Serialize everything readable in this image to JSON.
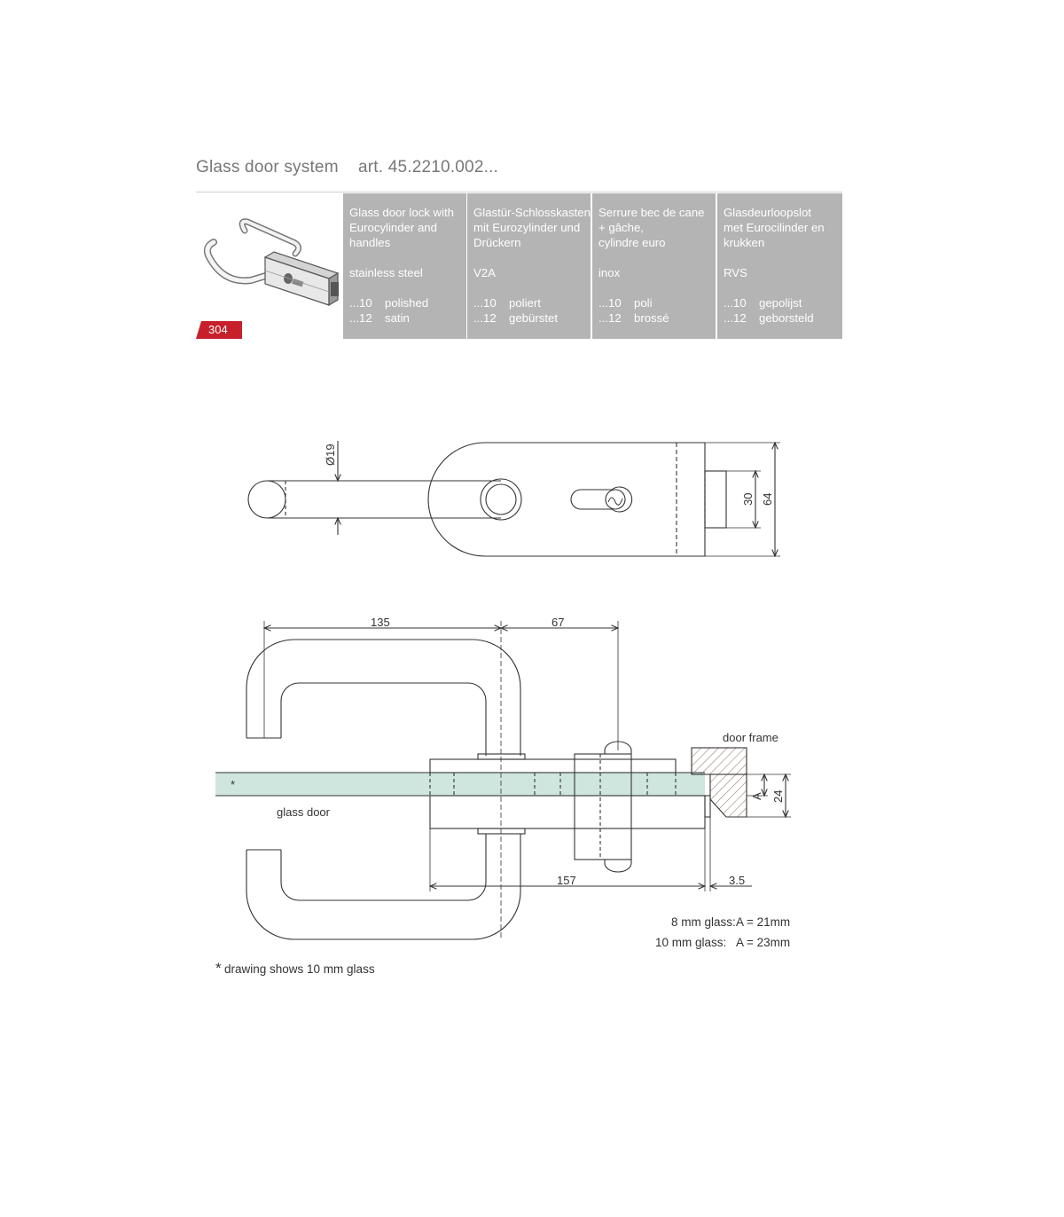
{
  "header": {
    "title": "Glass door system",
    "article": "art. 45.2210.002..."
  },
  "badge": {
    "page_number": "304",
    "color": "#c8202a"
  },
  "panel_color": "#b4b4b4",
  "columns": [
    {
      "desc": [
        "Glass door lock with",
        "Eurocylinder and",
        "handles"
      ],
      "material": "stainless steel",
      "finishes": [
        {
          "code": "...10",
          "name": "polished"
        },
        {
          "code": "...12",
          "name": "satin"
        }
      ]
    },
    {
      "desc": [
        "Glastür-Schlosskasten",
        "mit Eurozylinder und",
        "Drückern"
      ],
      "material": "V2A",
      "finishes": [
        {
          "code": "...10",
          "name": "poliert"
        },
        {
          "code": "...12",
          "name": "gebürstet"
        }
      ]
    },
    {
      "desc": [
        "Serrure bec de cane",
        "+ gâche,",
        "cylindre euro"
      ],
      "material": "inox",
      "finishes": [
        {
          "code": "...10",
          "name": "poli"
        },
        {
          "code": "...12",
          "name": "brossé"
        }
      ]
    },
    {
      "desc": [
        "Glasdeurloopslot",
        "met Eurocilinder en",
        "krukken"
      ],
      "material": "RVS",
      "finishes": [
        {
          "code": "...10",
          "name": "gepolijst"
        },
        {
          "code": "...12",
          "name": "geborsteld"
        }
      ]
    }
  ],
  "top_view": {
    "diameter": "Ø19",
    "dim_30": "30",
    "dim_64": "64"
  },
  "side_view": {
    "dim_135": "135",
    "dim_67": "67",
    "dim_157": "157",
    "dim_35": "3.5",
    "dim_A": "A",
    "dim_24": "24",
    "label_door_frame": "door frame",
    "label_glass_door": "glass door",
    "glass_marker": "*",
    "glass_color": "#cfe6df",
    "frame_color": "#d8b7a6"
  },
  "notes": {
    "glass_8_label": "8 mm glass:",
    "glass_8_value": "A = 21mm",
    "glass_10_label": "10 mm glass:",
    "glass_10_value": "A = 23mm",
    "footnote_star": "*",
    "footnote": "drawing shows  10 mm glass"
  }
}
